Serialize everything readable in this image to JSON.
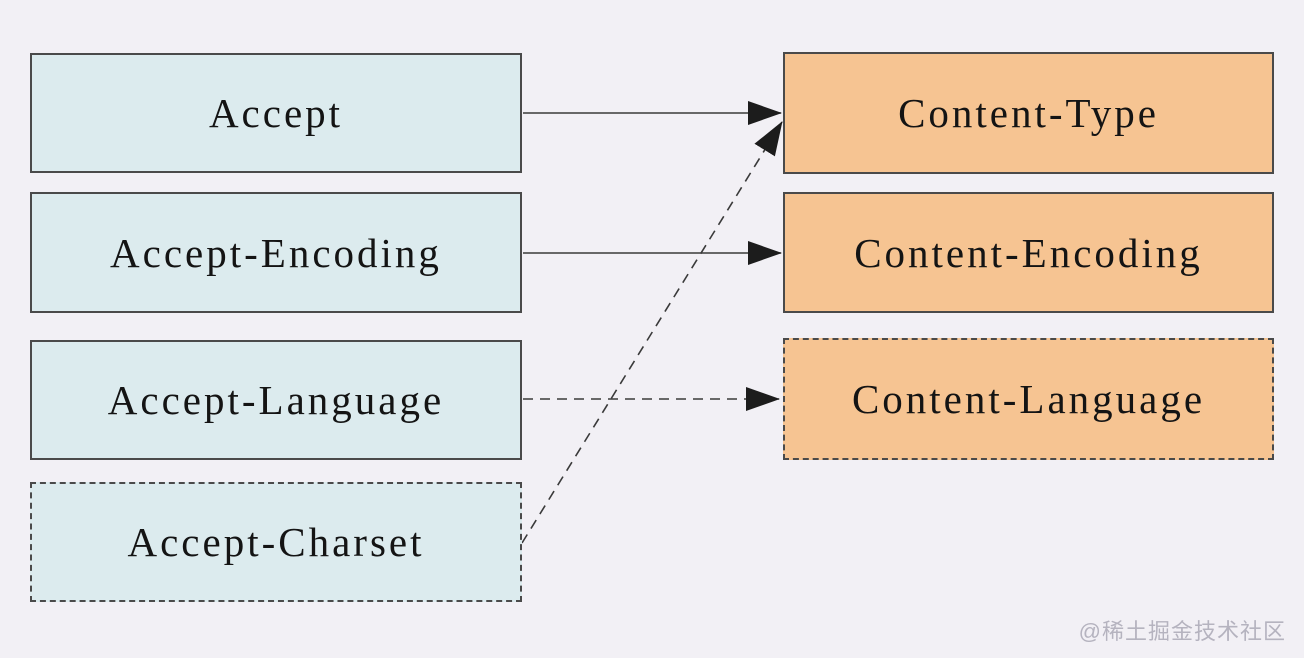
{
  "diagram": {
    "request_headers": [
      {
        "label": "Accept",
        "border": "solid"
      },
      {
        "label": "Accept-Encoding",
        "border": "solid"
      },
      {
        "label": "Accept-Language",
        "border": "solid"
      },
      {
        "label": "Accept-Charset",
        "border": "dashed"
      }
    ],
    "response_headers": [
      {
        "label": "Content-Type",
        "border": "solid"
      },
      {
        "label": "Content-Encoding",
        "border": "solid"
      },
      {
        "label": "Content-Language",
        "border": "dashed"
      }
    ],
    "connections": [
      {
        "from": "Accept",
        "to": "Content-Type",
        "line": "solid"
      },
      {
        "from": "Accept-Encoding",
        "to": "Content-Encoding",
        "line": "solid"
      },
      {
        "from": "Accept-Language",
        "to": "Content-Language",
        "line": "dashed"
      },
      {
        "from": "Accept-Charset",
        "to": "Content-Type",
        "line": "dashed"
      }
    ],
    "colors": {
      "background": "#f2f0f5",
      "request_box_fill": "#dcebee",
      "response_box_fill": "#f6c492",
      "box_border": "#4a4a4a",
      "arrow": "#1c1c1c",
      "text": "#141414",
      "watermark": "#b5b3bf"
    }
  },
  "watermark": {
    "text": "@稀土掘金技术社区"
  }
}
